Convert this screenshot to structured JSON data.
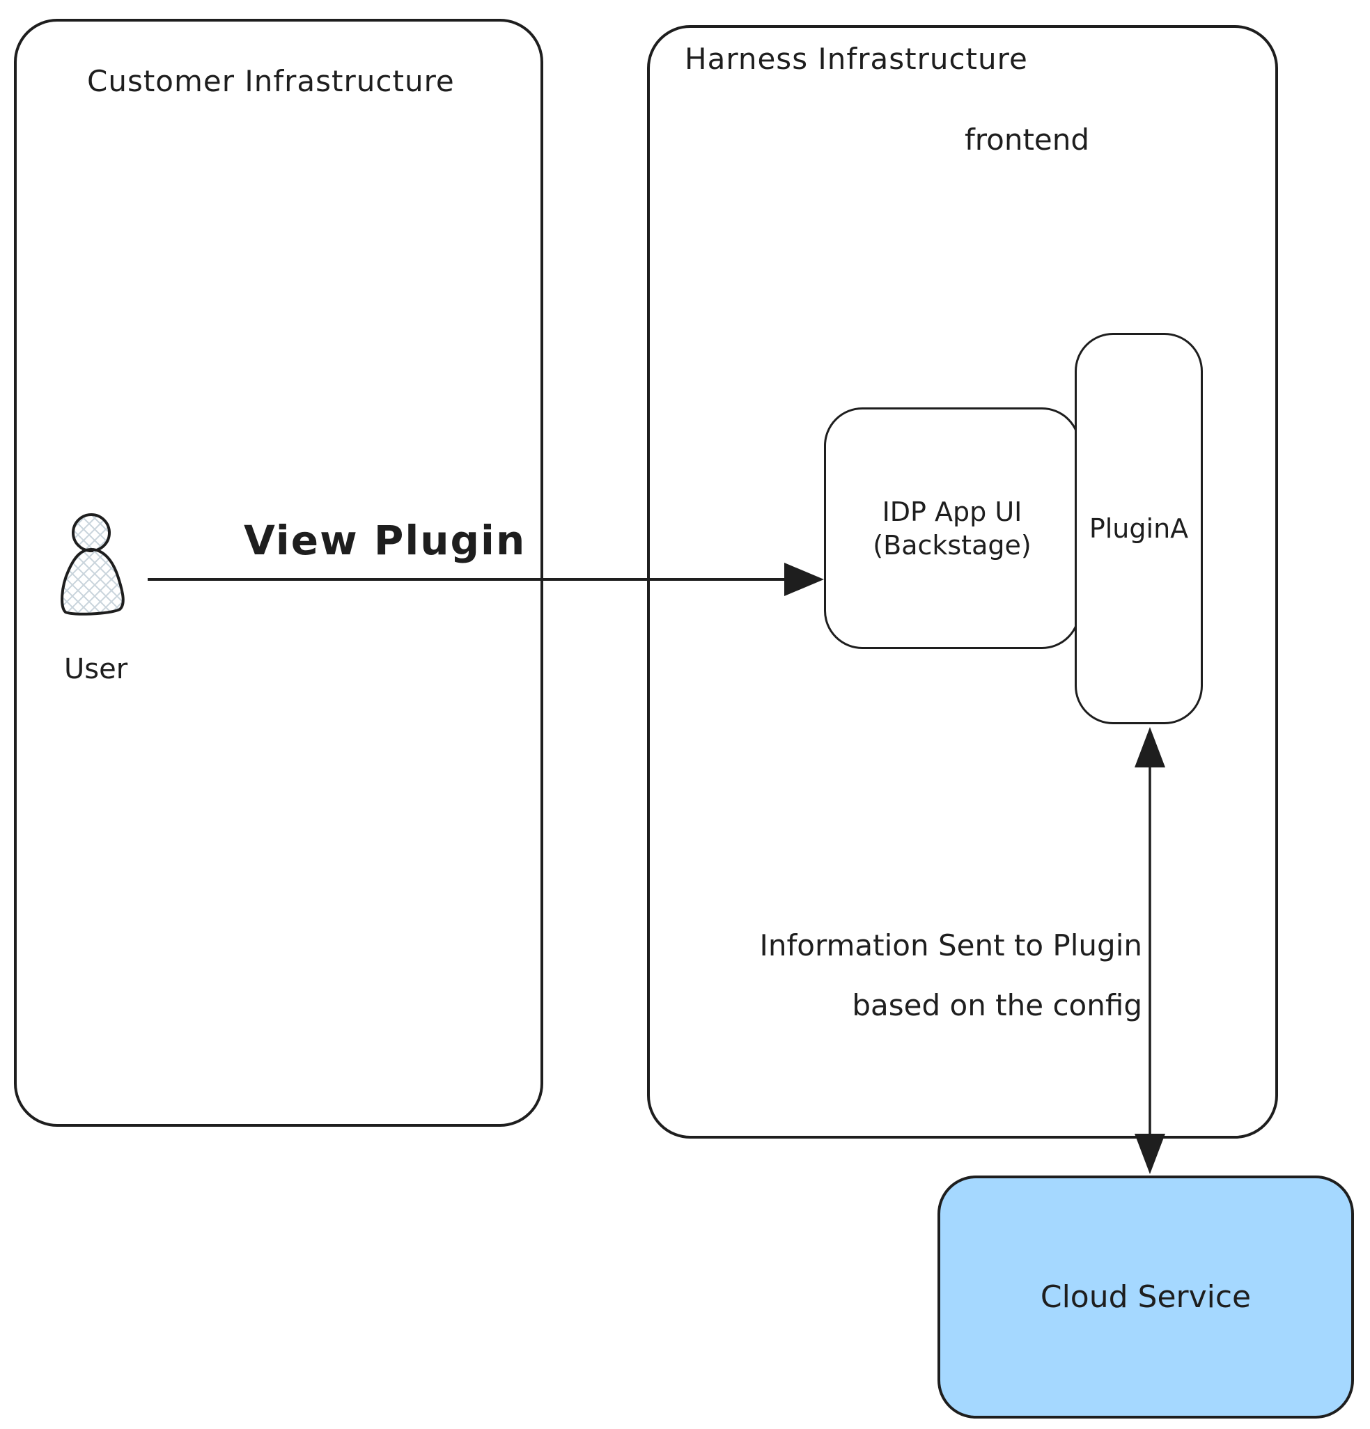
{
  "diagram": {
    "background_color": "#ffffff",
    "stroke_color": "#1e1e1e",
    "containers": {
      "customer": {
        "label": "Customer Infrastructure"
      },
      "harness": {
        "label": "Harness Infrastructure",
        "sublabel": "frontend"
      }
    },
    "nodes": {
      "idp_app": {
        "label_line1": "IDP App UI",
        "label_line2": "(Backstage)"
      },
      "plugin_a": {
        "label": "PluginA"
      },
      "cloud_service": {
        "label": "Cloud Service",
        "fill_color": "#a5d8ff"
      }
    },
    "actors": {
      "user": {
        "label": "User",
        "icon": "person-icon"
      }
    },
    "edges": {
      "view_plugin": {
        "label": "View Plugin",
        "type": "arrow-right",
        "from": "User",
        "to": "IDP App UI (Backstage)"
      },
      "plugin_cloud": {
        "label_line1": "Information Sent to Plugin",
        "label_line2": "based on the config",
        "type": "double-arrow-vertical",
        "from": "PluginA",
        "to": "Cloud Service"
      }
    }
  }
}
